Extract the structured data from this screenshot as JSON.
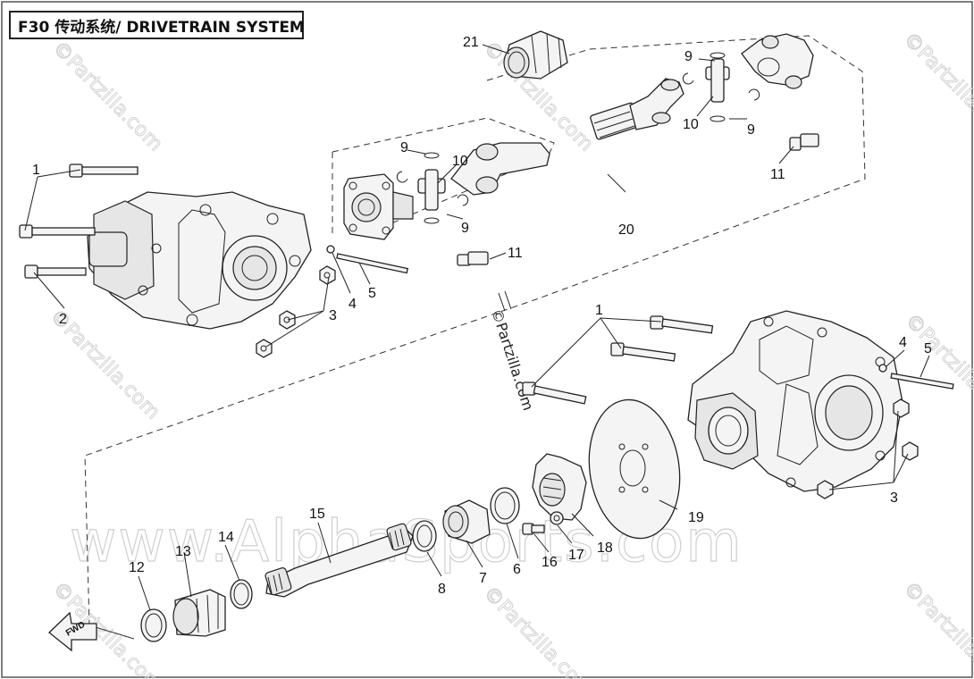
{
  "title": "F30 传动系统/ DRIVETRAIN SYSTEM",
  "watermarks": {
    "large": "www.AlphaSports.com",
    "center": "©Partzilla.com",
    "corner": "©Partzilla.com"
  },
  "fwd_label": "FWD",
  "callouts": {
    "c1a": "1",
    "c2": "2",
    "c3a": "3",
    "c4a": "4",
    "c5a": "5",
    "c9a": "9",
    "c9b": "9",
    "c9c": "9",
    "c9d": "9",
    "c10a": "10",
    "c10b": "10",
    "c11a": "11",
    "c11b": "11",
    "c20": "20",
    "c21": "21",
    "c1b": "1",
    "c4b": "4",
    "c5b": "5",
    "c3b": "3",
    "c12": "12",
    "c13": "13",
    "c14": "14",
    "c15": "15",
    "c8": "8",
    "c7": "7",
    "c6": "6",
    "c16": "16",
    "c17": "17",
    "c18": "18",
    "c19": "19"
  }
}
